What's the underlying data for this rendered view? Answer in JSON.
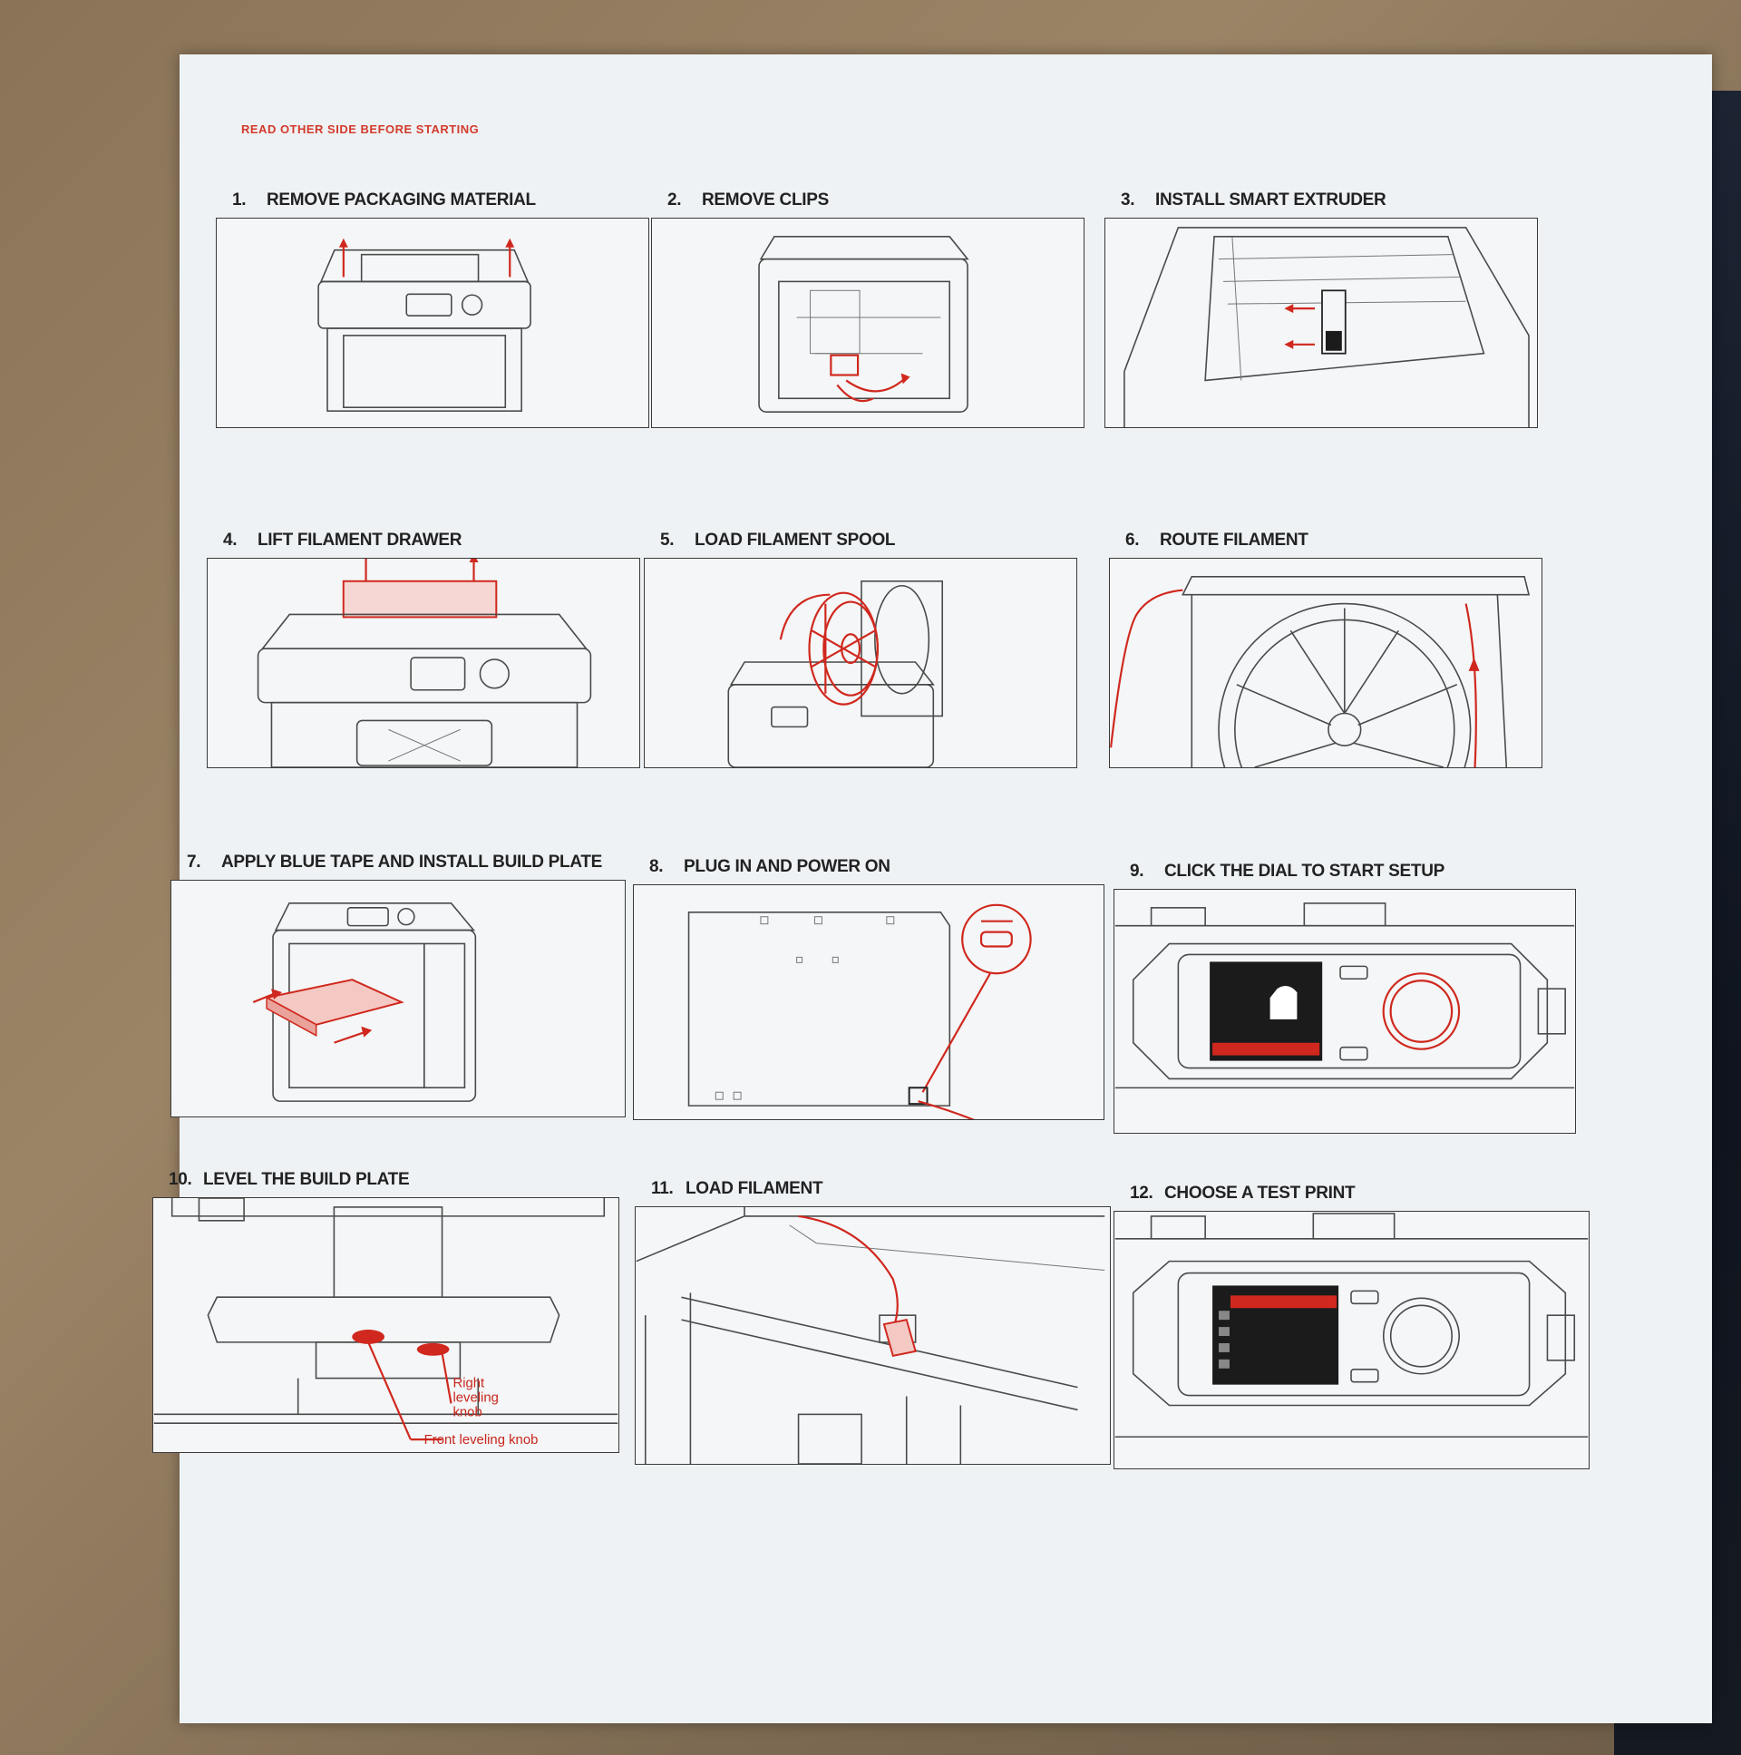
{
  "header": {
    "warning": "READ OTHER SIDE BEFORE STARTING"
  },
  "steps": [
    {
      "num": "1.",
      "title": "REMOVE PACKAGING MATERIAL"
    },
    {
      "num": "2.",
      "title": "REMOVE CLIPS"
    },
    {
      "num": "3.",
      "title": "INSTALL SMART EXTRUDER"
    },
    {
      "num": "4.",
      "title": "LIFT FILAMENT DRAWER"
    },
    {
      "num": "5.",
      "title": "LOAD FILAMENT SPOOL"
    },
    {
      "num": "6.",
      "title": "ROUTE FILAMENT"
    },
    {
      "num": "7.",
      "title": "APPLY BLUE TAPE AND INSTALL BUILD PLATE"
    },
    {
      "num": "8.",
      "title": "PLUG IN AND POWER ON"
    },
    {
      "num": "9.",
      "title": "CLICK THE DIAL TO START SETUP"
    },
    {
      "num": "10.",
      "title": "LEVEL THE BUILD PLATE"
    },
    {
      "num": "11.",
      "title": "LOAD FILAMENT"
    },
    {
      "num": "12.",
      "title": "CHOOSE A TEST PRINT"
    }
  ],
  "labels": {
    "right_knob_1": "Right",
    "right_knob_2": "leveling",
    "right_knob_3": "knob",
    "front_knob": "Front leveling knob"
  },
  "colors": {
    "accent": "#d0281e",
    "paper": "#eef2f4",
    "ink": "#222222"
  }
}
